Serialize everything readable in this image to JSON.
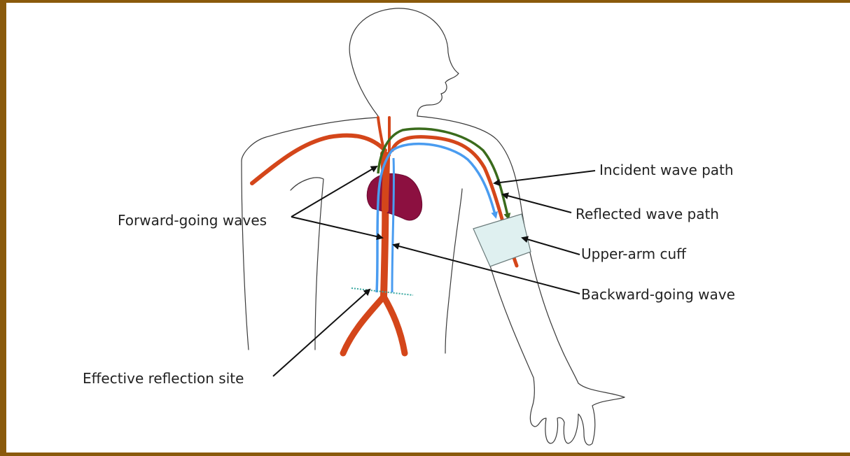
{
  "labels": {
    "incident": "Incident wave path",
    "reflected": "Reflected wave path",
    "cuff": "Upper-arm cuff",
    "backward": "Backward-going wave",
    "forward": "Forward-going waves",
    "reflection_site": "Effective reflection site"
  },
  "colors": {
    "artery": "#d4461a",
    "incident_path": "#3a6b1c",
    "reflected_path": "#4a9cf0",
    "heart": "#8c1040",
    "cuff": "#dff0f0",
    "reflection_line": "#3aa8a0",
    "frame": "#8a5a0c"
  }
}
